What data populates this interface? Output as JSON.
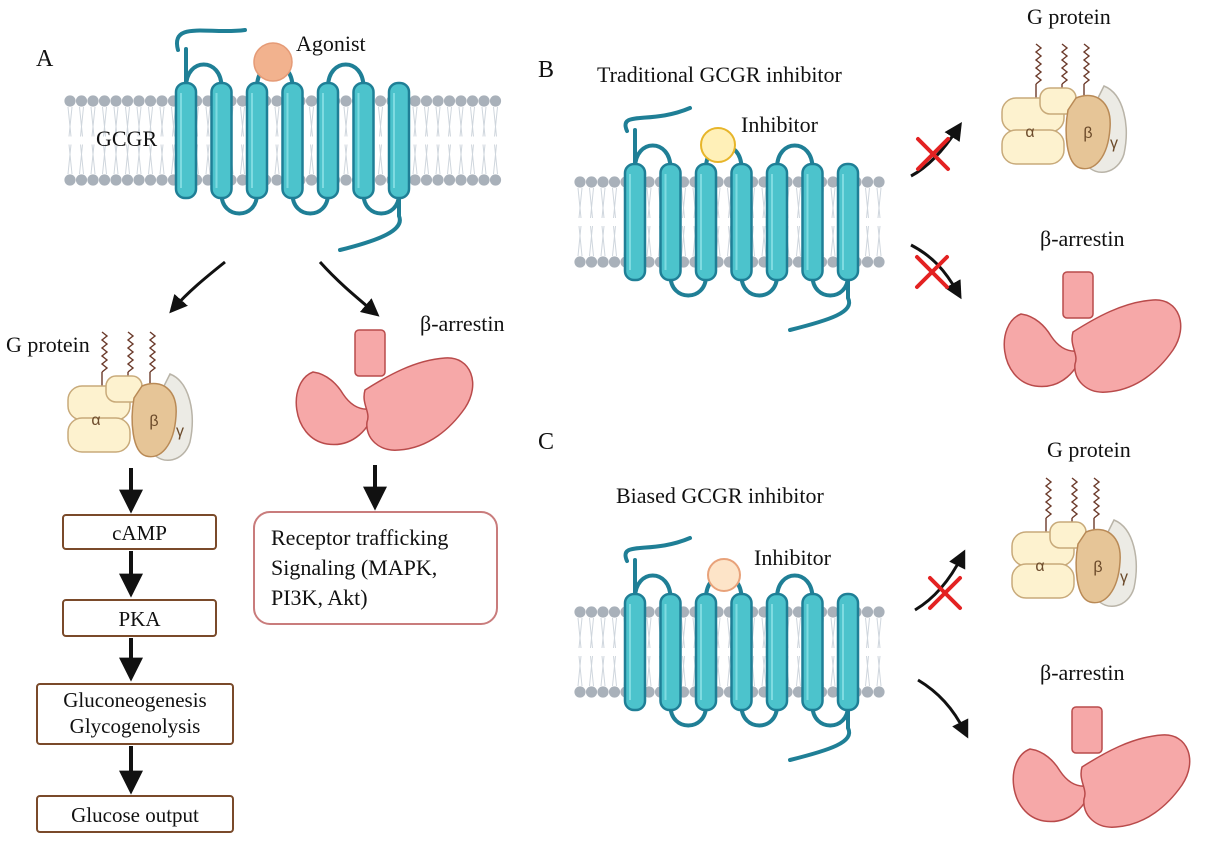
{
  "panels": {
    "A": {
      "letter": "A",
      "receptor_label": "GCGR",
      "agonist_label": "Agonist",
      "g_protein_label": "G protein",
      "arrestin_label": "β-arrestin",
      "g_cascade": [
        "cAMP",
        "PKA",
        "Gluconeogenesis\nGlycogenolysis",
        "Glucose output"
      ],
      "arrestin_effects": [
        "Receptor trafficking",
        "Signaling (MAPK,",
        "PI3K,   Akt)"
      ]
    },
    "B": {
      "letter": "B",
      "title": "Traditional GCGR inhibitor",
      "inhibitor_label": "Inhibitor",
      "g_protein_label": "G protein",
      "arrestin_label": "β-arrestin",
      "g_protein_blocked": true,
      "arrestin_blocked": true
    },
    "C": {
      "letter": "C",
      "title": "Biased GCGR inhibitor",
      "inhibitor_label": "Inhibitor",
      "g_protein_label": "G protein",
      "arrestin_label": "β-arrestin",
      "g_protein_blocked": true,
      "arrestin_blocked": false
    }
  },
  "subunits": {
    "alpha": "α",
    "beta": "β",
    "gamma": "γ"
  },
  "colors": {
    "helix": "#4cc3cc",
    "helix_stroke": "#1f7f96",
    "membrane": "#a9b1ba",
    "agonist": "#f2b28e",
    "inhibitor_b": "#fff0b8",
    "inhibitor_b_stroke": "#e7b52a",
    "inhibitor_c": "#fde4c8",
    "inhibitor_c_stroke": "#e8a27a",
    "arrestin": "#f6a8a8",
    "arrestin_stroke": "#b94b4b",
    "box_stroke": "#7a4a2a",
    "arrestin_box_stroke": "#c97c7c",
    "block_x": "#e32222"
  }
}
